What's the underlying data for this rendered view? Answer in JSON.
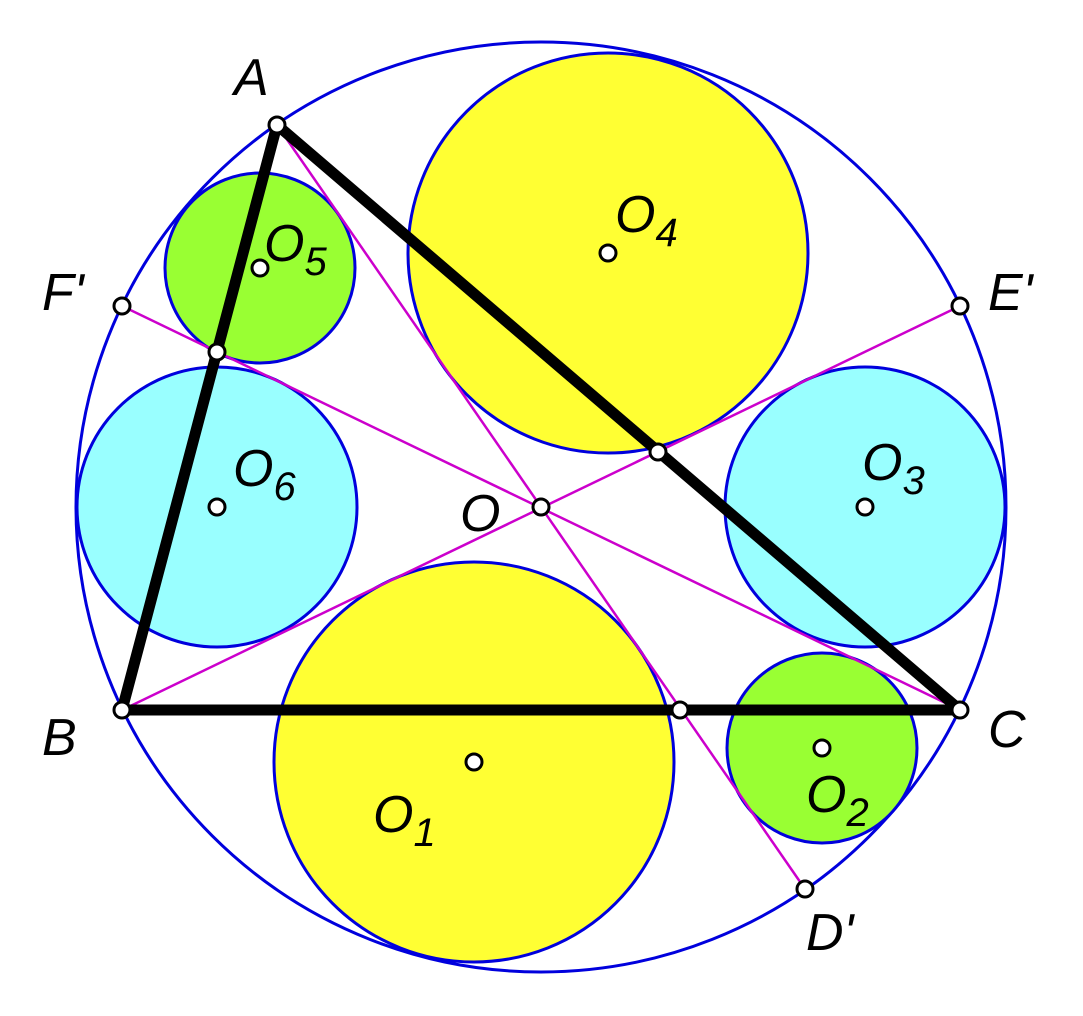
{
  "colors": {
    "background": "#ffffff",
    "circle_stroke": "#0000dd",
    "cevian": "#cc00cc",
    "triangle": "#000000",
    "fill_yellow": "#ffff33",
    "fill_green": "#99ff33",
    "fill_cyan": "#99ffff",
    "point_fill": "#ffffff",
    "point_stroke": "#000000"
  },
  "labels": {
    "A": "A",
    "B": "B",
    "C": "C",
    "D_prime": "D'",
    "E_prime": "E'",
    "F_prime": "F'",
    "O": "O",
    "O1": {
      "base": "O",
      "sub": "1"
    },
    "O2": {
      "base": "O",
      "sub": "2"
    },
    "O3": {
      "base": "O",
      "sub": "3"
    },
    "O4": {
      "base": "O",
      "sub": "4"
    },
    "O5": {
      "base": "O",
      "sub": "5"
    },
    "O6": {
      "base": "O",
      "sub": "6"
    }
  }
}
